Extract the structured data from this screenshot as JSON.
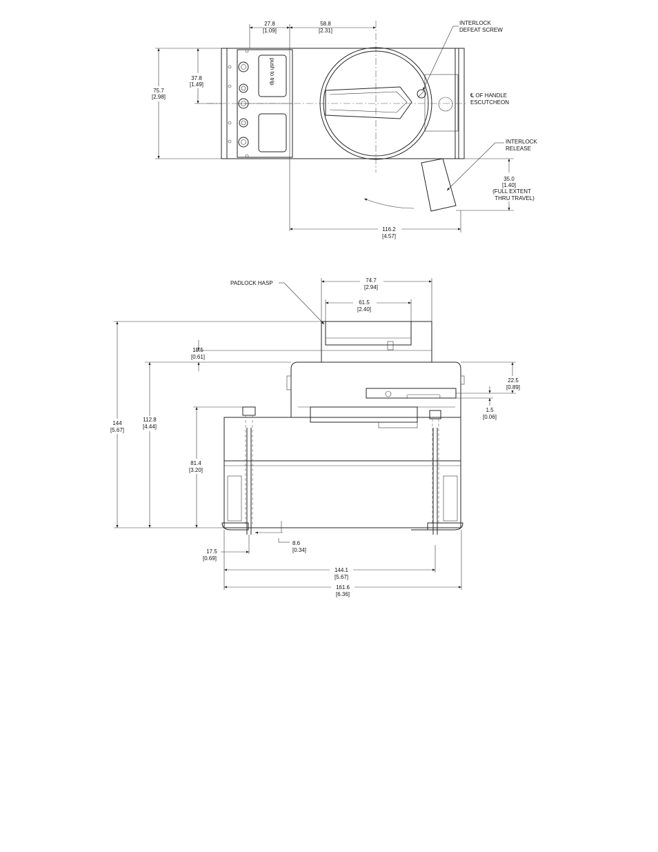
{
  "top_view": {
    "dim_27_8": {
      "value": "27.8",
      "inch": "[1.09]"
    },
    "dim_58_8": {
      "value": "58.8",
      "inch": "[2.31]"
    },
    "dim_37_8": {
      "value": "37.8",
      "inch": "[1.49]"
    },
    "dim_75_7": {
      "value": "75.7",
      "inch": "[2.98]"
    },
    "dim_35_0": {
      "value": "35.0",
      "inch": "[1.40]",
      "note1": "(FULL EXTENT",
      "note2": "THRU TRAVEL)"
    },
    "dim_116_2": {
      "value": "116.2",
      "inch": "[4.57]"
    },
    "label_interlock_defeat": {
      "line1": "INTERLOCK",
      "line2": "DEFEAT SCREW"
    },
    "label_cl_handle": {
      "line1": "℄  OF HANDLE",
      "line2": "ESCUTCHEON"
    },
    "label_interlock_release": {
      "line1": "INTERLOCK",
      "line2": "RELEASE"
    },
    "push_to_trip": "push to trip"
  },
  "side_view": {
    "label_padlock": "PADLOCK HASP",
    "dim_74_7": {
      "value": "74.7",
      "inch": "[2.94]"
    },
    "dim_61_5": {
      "value": "61.5",
      "inch": "[2.40]"
    },
    "dim_15_5": {
      "value": "15.5",
      "inch": "[0.61]"
    },
    "dim_144": {
      "value": "144",
      "inch": "[5.67]"
    },
    "dim_112_8": {
      "value": "112.8",
      "inch": "[4.44]"
    },
    "dim_81_4": {
      "value": "81.4",
      "inch": "[3.20]"
    },
    "dim_22_5": {
      "value": "22.5",
      "inch": "[0.89]"
    },
    "dim_1_5": {
      "value": "1.5",
      "inch": "[0.06]"
    },
    "dim_8_6": {
      "value": "8.6",
      "inch": "[0.34]"
    },
    "dim_17_5": {
      "value": "17.5",
      "inch": "[0.69]"
    },
    "dim_144_1": {
      "value": "144.1",
      "inch": "[5.67]"
    },
    "dim_161_6": {
      "value": "161.6",
      "inch": "[6.36]"
    }
  }
}
